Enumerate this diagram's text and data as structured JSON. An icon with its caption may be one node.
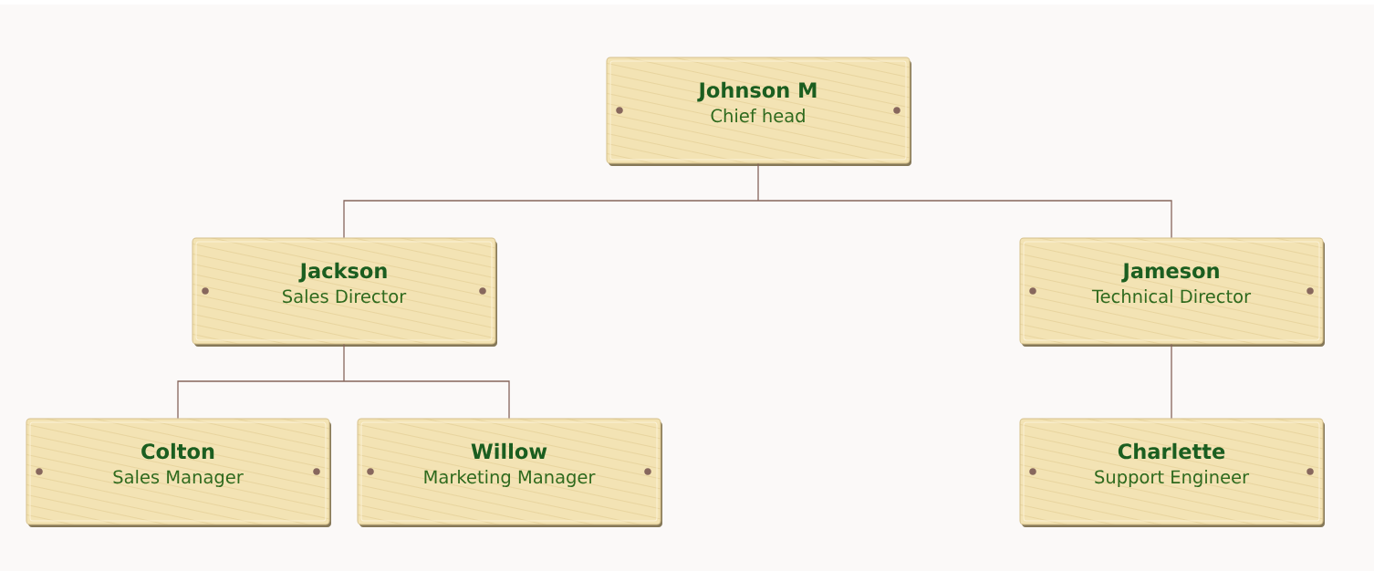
{
  "diagram": {
    "nodes": [
      {
        "text": [
          "Johnson M",
          "Chief head"
        ]
      },
      {
        "text": [
          "Jackson",
          "Sales Director"
        ]
      },
      {
        "text": [
          "Jameson",
          "Technical Director"
        ]
      },
      {
        "text": [
          "Colton",
          "Sales Manager"
        ]
      },
      {
        "text": [
          "Willow",
          "Marketing Manager"
        ]
      },
      {
        "text": [
          "Charlette",
          "Support Engineer"
        ]
      }
    ],
    "edges": [
      {
        "from": 0,
        "to": 1,
        "arrow": "none"
      },
      {
        "from": 0,
        "to": 2,
        "arrow": "none"
      },
      {
        "from": 1,
        "to": 3,
        "arrow": "none"
      },
      {
        "from": 1,
        "to": 4,
        "arrow": "none"
      },
      {
        "from": 2,
        "to": 5,
        "arrow": "none"
      }
    ]
  }
}
